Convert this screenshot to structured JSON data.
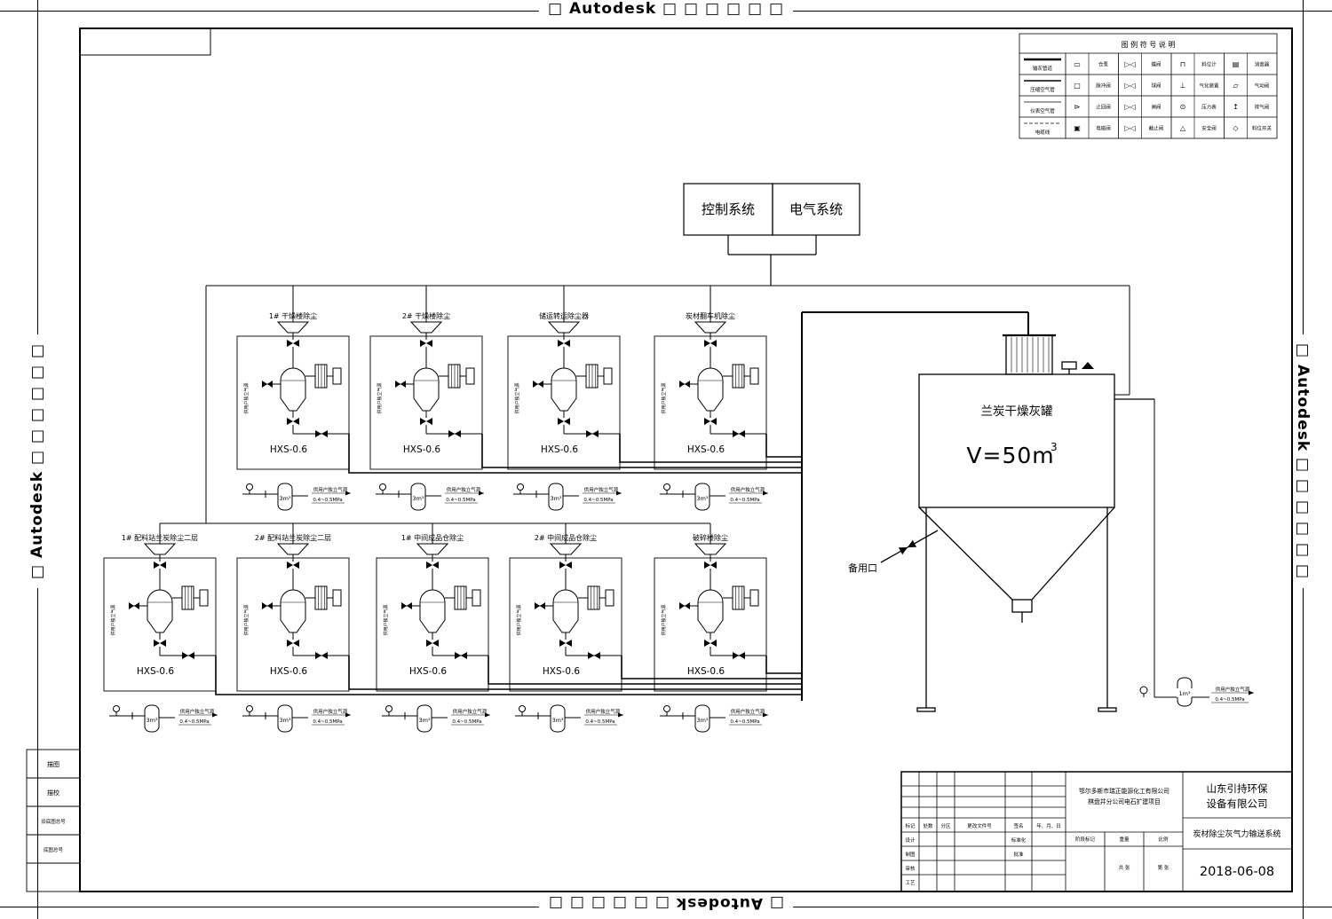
{
  "watermark": {
    "top": "□ Autodesk □ □ □ □ □ □",
    "bottom": "□ Autodesk □ □ □ □ □ □",
    "left": "□ Autodesk □ □ □ □ □ □",
    "right": "□ Autodesk □ □ □ □ □ □"
  },
  "control": {
    "left": "控制系统",
    "right": "电气系统"
  },
  "units": [
    {
      "title": "1# 干燥楼除尘",
      "model": "HXS-0.6",
      "tank": "3m³",
      "air1": "供用户独立气源",
      "air2": "0.4~0.5MPa",
      "side_note": "供用户独立气源"
    },
    {
      "title": "2# 干燥楼除尘",
      "model": "HXS-0.6",
      "tank": "3m³",
      "air1": "供用户独立气源",
      "air2": "0.4~0.5MPa",
      "side_note": "供用户独立气源"
    },
    {
      "title": "储运转运除尘器",
      "model": "HXS-0.6",
      "tank": "3m³",
      "air1": "供用户独立气源",
      "air2": "0.4~0.5MPa",
      "side_note": "供用户独立气源"
    },
    {
      "title": "炭材翻车机除尘",
      "model": "HXS-0.6",
      "tank": "3m³",
      "air1": "供用户独立气源",
      "air2": "0.4~0.5MPa",
      "side_note": "供用户独立气源"
    },
    {
      "title": "1# 配料站兰炭除尘二层",
      "model": "HXS-0.6",
      "tank": "3m³",
      "air1": "供用户独立气源",
      "air2": "0.4~0.5MPa",
      "side_note": "供用户独立气源"
    },
    {
      "title": "2# 配料站兰炭除尘二层",
      "model": "HXS-0.6",
      "tank": "3m³",
      "air1": "供用户独立气源",
      "air2": "0.4~0.5MPa",
      "side_note": "供用户独立气源"
    },
    {
      "title": "1# 中间成品仓除尘",
      "model": "HXS-0.6",
      "tank": "3m³",
      "air1": "供用户独立气源",
      "air2": "0.4~0.5MPa",
      "side_note": "供用户独立气源"
    },
    {
      "title": "2# 中间成品仓除尘",
      "model": "HXS-0.6",
      "tank": "3m³",
      "air1": "供用户独立气源",
      "air2": "0.4~0.5MPa",
      "side_note": "供用户独立气源"
    },
    {
      "title": "破碎楼除尘",
      "model": "HXS-0.6",
      "tank": "3m³",
      "air1": "供用户独立气源",
      "air2": "0.4~0.5MPa",
      "side_note": "供用户独立气源"
    }
  ],
  "tank": {
    "name": "兰炭干燥灰罐",
    "volume": "V=50m",
    "volume_sup": "3",
    "spare_port": "备用口"
  },
  "right_tank": {
    "tank": "1m³",
    "air1": "供用户独立气源",
    "air2": "0.4~0.5MPa"
  },
  "legend": {
    "header": "图 例 符 号 说 明",
    "rows": [
      {
        "line_label": "输灰管道",
        "items": [
          {
            "sym": "▭",
            "label": "仓泵"
          },
          {
            "sym": "▷◁",
            "label": "蝶阀"
          },
          {
            "sym": "⊓",
            "label": "料位计"
          },
          {
            "sym": "▤",
            "label": "消音器"
          }
        ]
      },
      {
        "line_label": "压缩空气管",
        "items": [
          {
            "sym": "□",
            "label": "脉冲阀"
          },
          {
            "sym": "▷◁",
            "label": "球阀"
          },
          {
            "sym": "⊥",
            "label": "气化装置"
          },
          {
            "sym": "▱",
            "label": "气动阀"
          }
        ]
      },
      {
        "line_label": "仪表空气管",
        "items": [
          {
            "sym": "⊳",
            "label": "止回阀"
          },
          {
            "sym": "▷◁",
            "label": "闸阀"
          },
          {
            "sym": "⊙",
            "label": "压力表"
          },
          {
            "sym": "↥",
            "label": "排气阀"
          }
        ]
      },
      {
        "line_label": "电缆线",
        "items": [
          {
            "sym": "▣",
            "label": "电磁阀"
          },
          {
            "sym": "▷◁",
            "label": "截止阀"
          },
          {
            "sym": "△",
            "label": "安全阀"
          },
          {
            "sym": "◇",
            "label": "料位开关"
          }
        ]
      }
    ]
  },
  "titleblock": {
    "company_line1": "山东引持环保",
    "company_line2": "设备有限公司",
    "project_line1": "鄂尔多斯市瑞正能源化工有限公司",
    "project_line2": "棋盘井分公司电石扩建项目",
    "drawing_title": "炭材除尘灰气力输送系统",
    "date": "2018-06-08",
    "labels": {
      "mark": "标记",
      "count": "处数",
      "zone": "分区",
      "doc_no": "更改文件号",
      "sign": "签名",
      "ymd": "年、月、日",
      "design": "设计",
      "draft": "制图",
      "check": "审核",
      "process": "工艺",
      "std": "标准化",
      "approve": "批准",
      "stage": "阶段标记",
      "weight": "重量",
      "scale": "比例",
      "sheets": "共 张",
      "page": "第 张"
    }
  },
  "aux_table": {
    "rows": [
      "描图",
      "描校",
      "旧底图总号",
      "底图总号"
    ]
  }
}
